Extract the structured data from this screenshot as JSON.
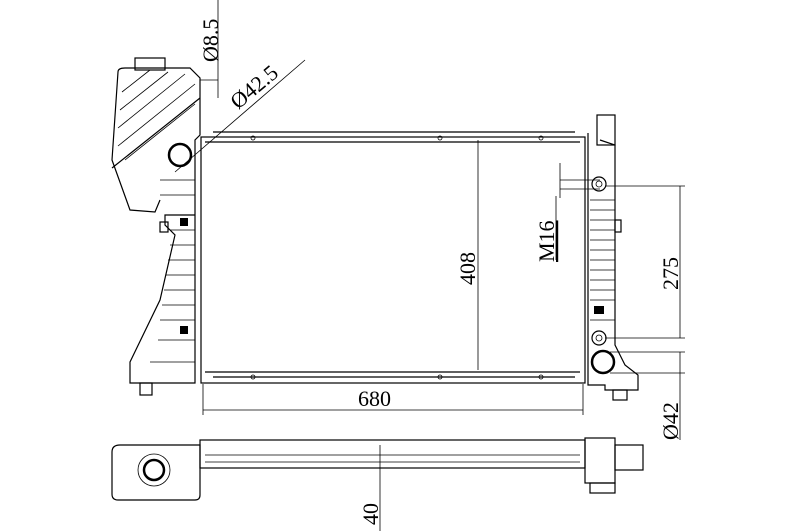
{
  "drawing": {
    "dimensions": {
      "hole_diameter": "Ø8.5",
      "inlet_diameter": "Ø42.5",
      "core_height": "408",
      "thread": "M16",
      "mount_spacing": "275",
      "core_width": "680",
      "outlet_diameter": "Ø42",
      "depth": "40"
    },
    "colors": {
      "line": "#000000",
      "background": "#ffffff"
    }
  }
}
